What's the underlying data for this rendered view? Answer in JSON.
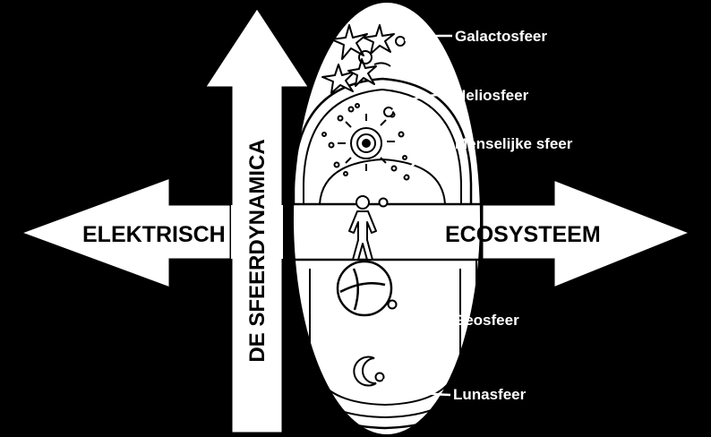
{
  "diagram": {
    "vertical_arrow_label": "DE SFEERDYNAMICA",
    "left_arrow_label": "ELEKTRISCH",
    "right_arrow_label": "ECOSYSTEEM",
    "spheres": [
      {
        "id": "galacto",
        "label": "Galactosfeer",
        "icon": "stars-icon"
      },
      {
        "id": "helio",
        "label": "Heliosfeer",
        "icon": "sun-icon"
      },
      {
        "id": "mens",
        "label": "Menselijke sfeer",
        "icon": "human-figure-icon"
      },
      {
        "id": "geo",
        "label": "Geosfeer",
        "icon": "globe-icon"
      },
      {
        "id": "luna",
        "label": "Lunasfeer",
        "icon": "crescent-moon-icon"
      }
    ]
  },
  "colors": {
    "background": "#000000",
    "foreground": "#ffffff",
    "outline": "#000000"
  }
}
